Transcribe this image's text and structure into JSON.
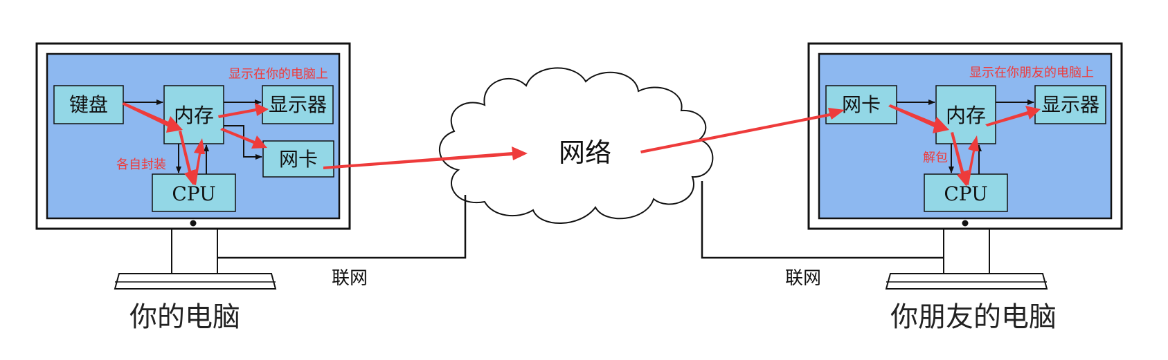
{
  "colors": {
    "screen_fill": "#8db8f0",
    "box_fill": "#93d7e6",
    "flow_arrow": "#ee3b3b",
    "wire": "#111111"
  },
  "left_computer": {
    "caption": "你的电脑",
    "boxes": {
      "keyboard": "键盘",
      "memory": "内存",
      "display": "显示器",
      "nic": "网卡",
      "cpu": "CPU"
    },
    "notes": {
      "display_note": "显示在你的电脑上",
      "encapsulate_note": "各自封装"
    },
    "link_label": "联网"
  },
  "right_computer": {
    "caption": "你朋友的电脑",
    "boxes": {
      "nic": "网卡",
      "memory": "内存",
      "display": "显示器",
      "cpu": "CPU"
    },
    "notes": {
      "display_note": "显示在你朋友的电脑上",
      "unpack_note": "解包"
    },
    "link_label": "联网"
  },
  "network": {
    "label": "网络"
  }
}
